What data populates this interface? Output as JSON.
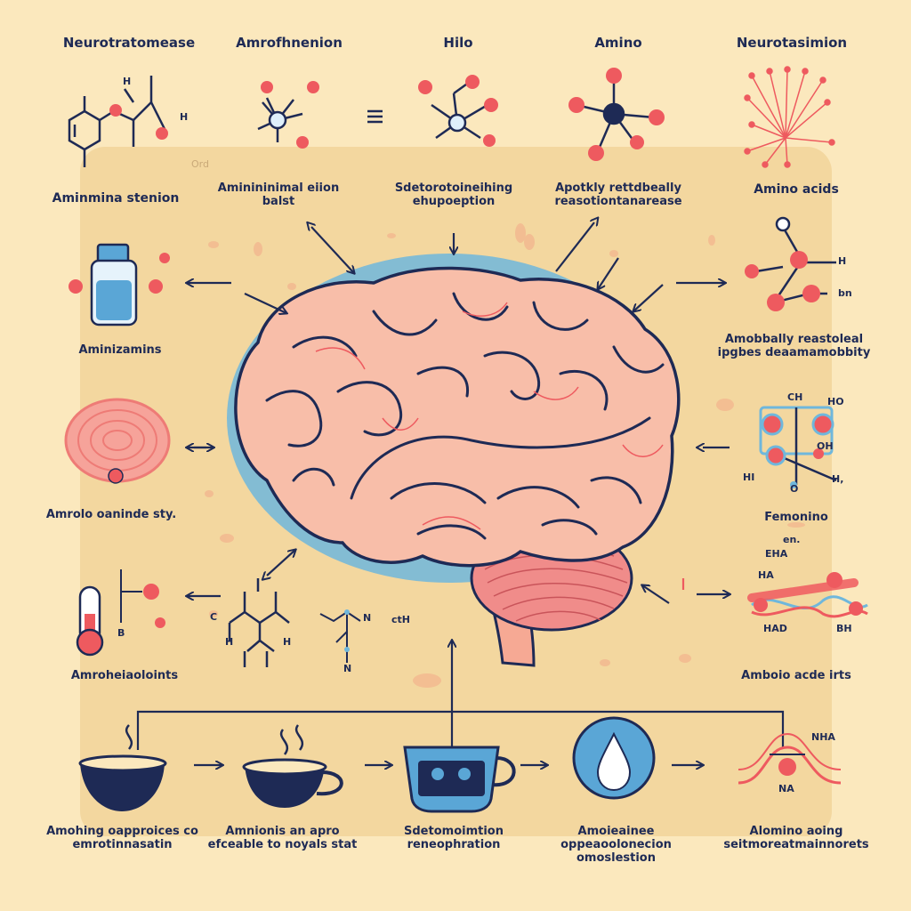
{
  "top_row": {
    "titles": [
      "Neurotratomease",
      "Amrofhnenion",
      "Hilo",
      "Amino",
      "Neurotasimion"
    ],
    "captions": [
      "Aminmina stenion",
      "Aminininimal eiion balst",
      "Sdetorotoineihing ehupoeption",
      "Apotkly rettdbeally reasotiontanarease",
      "Amino acids"
    ]
  },
  "left_column": {
    "captions": [
      "Aminizamins",
      "Amrolo oaninde sty.",
      "Amroheiaoloints"
    ]
  },
  "right_column": {
    "captions": [
      "Amobbally reastoleal ipgbes deaamamobbity",
      "Femonino",
      "Amboio acde irts"
    ],
    "small_labels": [
      "CH",
      "HO",
      "OH",
      "HI",
      "O",
      "H,",
      "en.",
      "EHA",
      "HA",
      "HAD",
      "BH",
      "NHA",
      "NA",
      "H",
      "bn"
    ]
  },
  "center": {
    "molecule_labels": [
      "H",
      "H",
      "H",
      "H",
      "N",
      "N",
      "ctH",
      "C",
      "B"
    ],
    "stray_text": "Ord"
  },
  "bottom_row": {
    "captions": [
      "Amohing oapproices co emrotinnasatin",
      "Amnionis an apro efceable to noyals stat",
      "Sdetomoimtion reneophration",
      "Amoieainee oppeaoolonecion omoslestion",
      "Alomino aoing seitmoreatmainnorets"
    ]
  },
  "colors": {
    "background": "#fbe8bd",
    "panel": "#f3d79f",
    "brain": "#f8bea9",
    "brain_outline": "#1e2a55",
    "halo": "#6fb7dc",
    "accent_red": "#ee5a5f",
    "ink": "#1e2a55"
  }
}
